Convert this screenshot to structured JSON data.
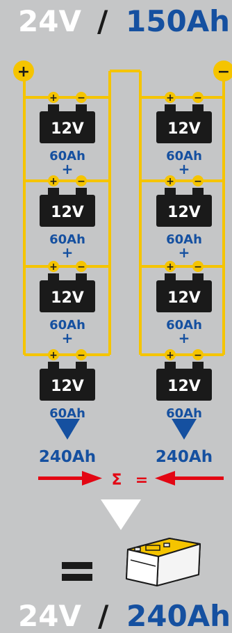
{
  "header": {
    "voltage": "24V",
    "separator": "/",
    "capacity": "150Ah"
  },
  "battery": {
    "voltage": "12V",
    "capacity": "60Ah"
  },
  "symbols": {
    "plus": "+",
    "minus": "−",
    "equals": "=",
    "sigma": "Σ"
  },
  "strings": [
    {
      "total": "240Ah"
    },
    {
      "total": "240Ah"
    }
  ],
  "footer": {
    "voltage": "24V",
    "separator": "/",
    "capacity": "240Ah"
  },
  "colors": {
    "background": "#c5c6c7",
    "wire": "#f5c400",
    "blue": "#1550a0",
    "battery": "#1a1a1a",
    "red_arrow": "#e30613",
    "white": "#ffffff"
  }
}
